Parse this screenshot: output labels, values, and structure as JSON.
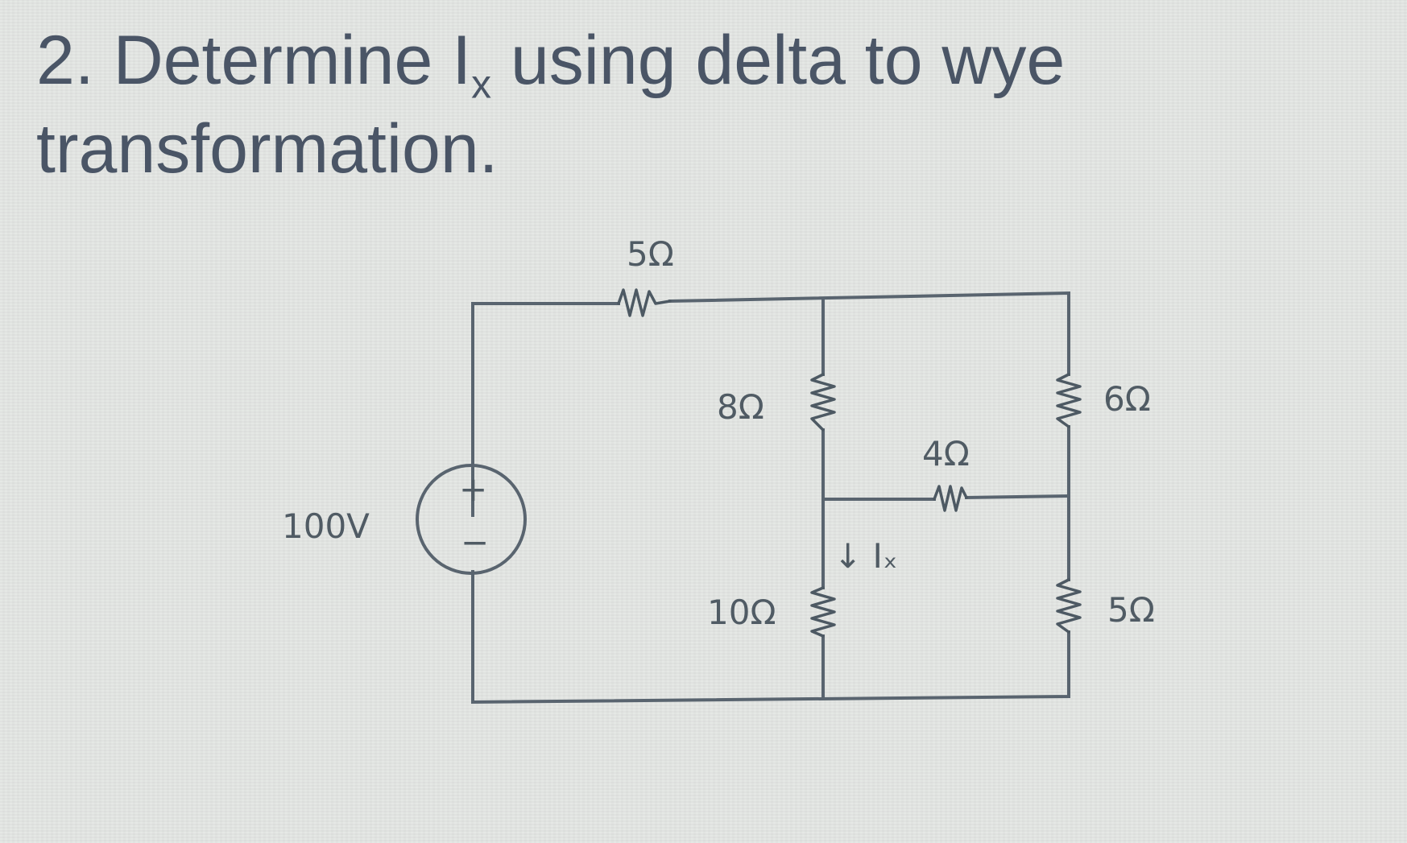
{
  "problem": {
    "title_before": "2. Determine I",
    "title_sub": "x",
    "title_after": " using delta to wye transformation."
  },
  "circuit": {
    "labels": {
      "r_top": "5Ω",
      "r_mid_upper": "8Ω",
      "r_mid_lower": "10Ω",
      "r_bridge": "4Ω",
      "r_right_upper": "6Ω",
      "r_right_lower": "5Ω",
      "source": "100V",
      "plus": "+",
      "minus": "−",
      "current": "↓ Iₓ"
    }
  }
}
